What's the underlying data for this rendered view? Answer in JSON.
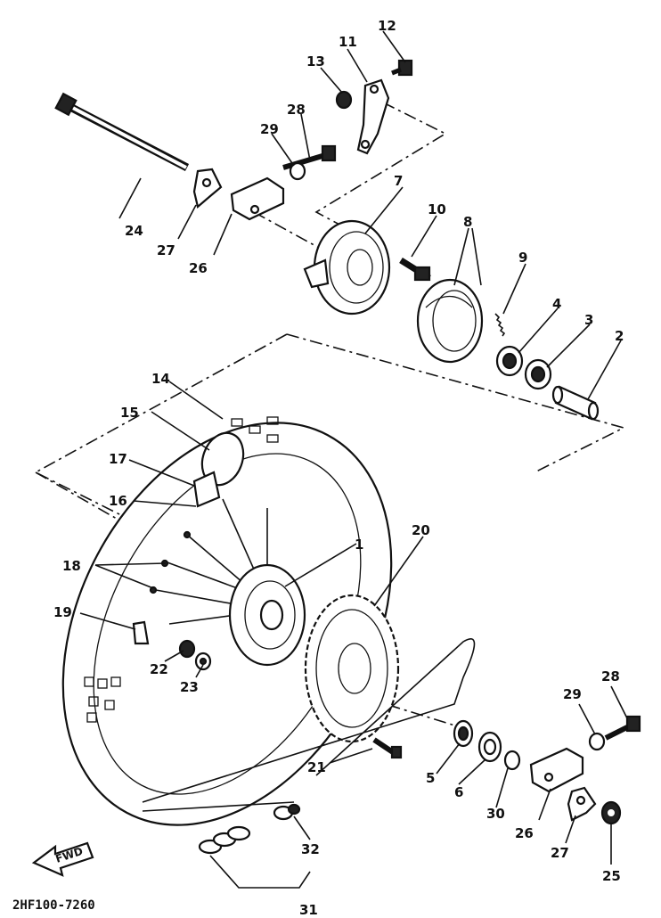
{
  "diagram": {
    "drawing_code": "2HF100-7260",
    "direction_marker": "FWD",
    "callouts": {
      "c1": "1",
      "c2": "2",
      "c3": "3",
      "c4": "4",
      "c5": "5",
      "c6": "6",
      "c7": "7",
      "c8": "8",
      "c9": "9",
      "c10": "10",
      "c11": "11",
      "c12": "12",
      "c13": "13",
      "c14": "14",
      "c15": "15",
      "c16": "16",
      "c17": "17",
      "c18": "18",
      "c19": "19",
      "c20": "20",
      "c21": "21",
      "c22": "22",
      "c23": "23",
      "c24": "24",
      "c25": "25",
      "c26a": "26",
      "c26b": "26",
      "c27a": "27",
      "c27b": "27",
      "c28a": "28",
      "c28b": "28",
      "c29a": "29",
      "c29b": "29",
      "c30": "30",
      "c31": "31",
      "c32": "32"
    }
  }
}
